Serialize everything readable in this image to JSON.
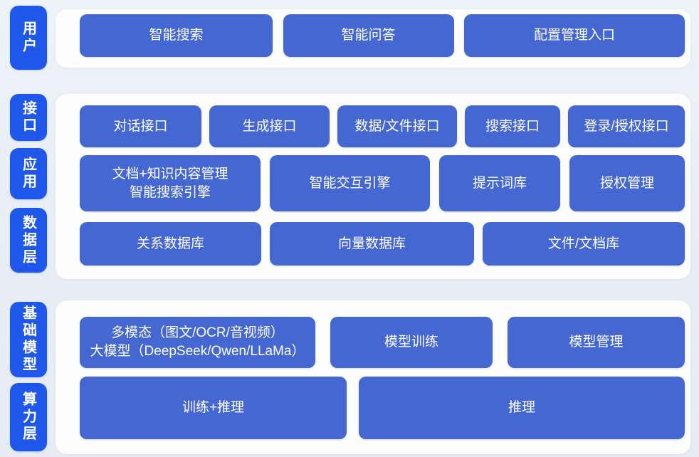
{
  "colors": {
    "node_blue": "#4467d1",
    "label_blue": "#1f57ea",
    "panel_white": "#fdfdfe",
    "background": "#e9edf5",
    "text_white": "#ffffff"
  },
  "diagram": {
    "sections": {
      "user": {
        "label": "用户",
        "buttons": [
          "智能搜索",
          "智能问答",
          "配置管理入口"
        ]
      },
      "interface": {
        "label": "接口",
        "buttons": [
          "对话接口",
          "生成接口",
          "数据/文件接口",
          "搜索接口",
          "登录/授权接口"
        ]
      },
      "application": {
        "label": "应用",
        "buttons": [
          "文档+知识内容管理\n智能搜索引擎",
          "智能交互引擎",
          "提示词库",
          "授权管理"
        ]
      },
      "data_layer": {
        "label": "数据层",
        "buttons": [
          "关系数据库",
          "向量数据库",
          "文件/文档库"
        ]
      },
      "base_model": {
        "label": "基础模型",
        "buttons": [
          "多模态（图文/OCR/音视频）\n大模型（DeepSeek/Qwen/LLaMa）",
          "模型训练",
          "模型管理"
        ]
      },
      "compute_layer": {
        "label": "算力层",
        "buttons": [
          "训练+推理",
          "推理"
        ]
      }
    }
  }
}
